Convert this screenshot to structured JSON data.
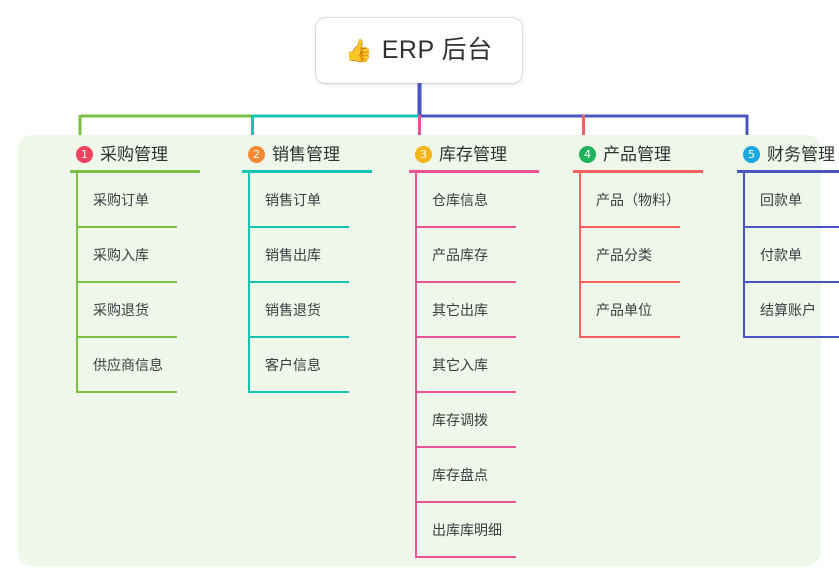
{
  "root": {
    "emoji": "👍",
    "emoji_icon_name": "thumbs-up-icon",
    "title": "ERP 后台"
  },
  "palette": {
    "panel_background": "#eef7e9",
    "page_background": "#ffffff",
    "bus_segment_1": "#7ac143",
    "bus_segment_2": "#17c4b2",
    "bus_segment_3": "#4a55c4",
    "trunk": "#4a55c4",
    "text": "#2f3135"
  },
  "columns": [
    {
      "index": "1",
      "badge": "1",
      "badge_color": "#f0415f",
      "title": "采购管理",
      "line_color": "#7ac143",
      "drop_color": "#7ac143",
      "items": [
        {
          "label": "采购订单"
        },
        {
          "label": "采购入库"
        },
        {
          "label": "采购退货"
        },
        {
          "label": "供应商信息"
        }
      ]
    },
    {
      "index": "2",
      "badge": "2",
      "badge_color": "#f58a33",
      "title": "销售管理",
      "line_color": "#17c4b2",
      "drop_color": "#17c4b2",
      "items": [
        {
          "label": "销售订单"
        },
        {
          "label": "销售出库"
        },
        {
          "label": "销售退货"
        },
        {
          "label": "客户信息"
        }
      ]
    },
    {
      "index": "3",
      "badge": "3",
      "badge_color": "#f5b517",
      "title": "库存管理",
      "line_color": "#ea5296",
      "drop_color": "#ea5296",
      "items": [
        {
          "label": "仓库信息"
        },
        {
          "label": "产品库存"
        },
        {
          "label": "其它出库"
        },
        {
          "label": "其它入库"
        },
        {
          "label": "库存调拨"
        },
        {
          "label": "库存盘点"
        },
        {
          "label": "出库库明细"
        }
      ]
    },
    {
      "index": "4",
      "badge": "4",
      "badge_color": "#1eb35a",
      "title": "产品管理",
      "line_color": "#f4615f",
      "drop_color": "#f4615f",
      "items": [
        {
          "label": "产品（物料）"
        },
        {
          "label": "产品分类"
        },
        {
          "label": "产品单位"
        }
      ]
    },
    {
      "index": "5",
      "badge": "5",
      "badge_color": "#1ba7e0",
      "title": "财务管理",
      "line_color": "#4a55c4",
      "drop_color": "#4a55c4",
      "items": [
        {
          "label": "回款单"
        },
        {
          "label": "付款单"
        },
        {
          "label": "结算账户"
        }
      ]
    }
  ]
}
